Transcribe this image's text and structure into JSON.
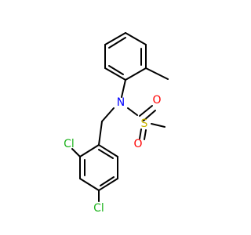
{
  "colors": {
    "background": "#ffffff",
    "bond": "#000000",
    "nitrogen": "#0000ff",
    "sulfur": "#c8b400",
    "oxygen": "#ff0000",
    "chlorine": "#1fb41f"
  },
  "atoms": {
    "nitrogen": "N",
    "sulfur": "S",
    "oxygen_top": "O",
    "oxygen_bottom": "O",
    "chlorine_ortho": "Cl",
    "chlorine_para": "Cl"
  }
}
